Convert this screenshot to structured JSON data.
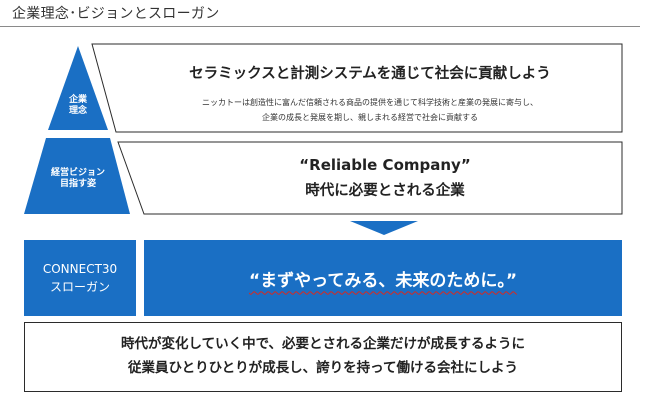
{
  "page": {
    "title": "企業理念･ビジョンとスローガン"
  },
  "pyramid": {
    "top_label": [
      "企業",
      "理念"
    ],
    "middle_label": [
      "経営ビジョン",
      "目指す姿"
    ]
  },
  "philosophy": {
    "headline": "セラミックスと計測システムを通じて社会に貢献しよう",
    "body": [
      "ニッカトーは創造性に富んだ信頼される商品の提供を通じて科学技術と産業の発展に寄与し、",
      "企業の成長と発展を期し、親しまれる経営で社会に貢献する"
    ]
  },
  "vision": {
    "english": "“Reliable Company”",
    "japanese": "時代に必要とされる企業"
  },
  "slogan": {
    "label": [
      "CONNECT30",
      "スローガン"
    ],
    "text": "“まずやってみる、未来のために。”"
  },
  "message": {
    "lines": [
      "時代が変化していく中で、必要とされる企業だけが成長するように",
      "従業員ひとりひとりが成長し、誇りを持って働ける会社にしよう"
    ]
  },
  "colors": {
    "accent": "#1a6fc4",
    "underline": "#d9281e"
  }
}
